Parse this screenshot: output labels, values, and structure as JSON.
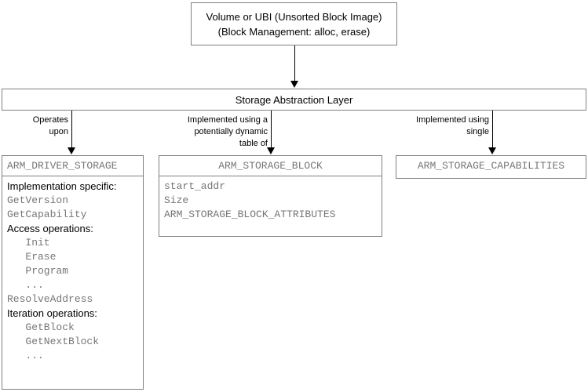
{
  "diagram": {
    "title_box": {
      "lines": [
        "Volume or UBI (Unsorted Block Image)",
        "(Block Management: alloc, erase)"
      ]
    },
    "abstraction_layer": {
      "label": "Storage Abstraction Layer"
    },
    "edges": [
      {
        "id": "edge-operates-upon",
        "label": "Operates\nupon"
      },
      {
        "id": "edge-implemented-table",
        "label": "Implemented using a\npotentially dynamic\ntable of"
      },
      {
        "id": "edge-implemented-single",
        "label": "Implemented using\nsingle"
      }
    ],
    "classes": [
      {
        "id": "arm-driver-storage",
        "header": "ARM_DRIVER_STORAGE",
        "rows": [
          {
            "text": "Implementation specific:",
            "style": "sans"
          },
          {
            "text": "GetVersion",
            "style": "mono"
          },
          {
            "text": "GetCapability",
            "style": "mono"
          },
          {
            "text": "Access operations:",
            "style": "sans"
          },
          {
            "text": "   Init",
            "style": "mono"
          },
          {
            "text": "   Erase",
            "style": "mono"
          },
          {
            "text": "   Program",
            "style": "mono"
          },
          {
            "text": "   ...",
            "style": "mono"
          },
          {
            "text": "ResolveAddress",
            "style": "mono"
          },
          {
            "text": "Iteration operations:",
            "style": "sans"
          },
          {
            "text": "   GetBlock",
            "style": "mono"
          },
          {
            "text": "   GetNextBlock",
            "style": "mono"
          },
          {
            "text": "   ...",
            "style": "mono"
          }
        ]
      },
      {
        "id": "arm-storage-block",
        "header": "ARM_STORAGE_BLOCK",
        "rows": [
          {
            "text": "start_addr",
            "style": "mono"
          },
          {
            "text": "Size",
            "style": "mono"
          },
          {
            "text": "ARM_STORAGE_BLOCK_ATTRIBUTES",
            "style": "mono"
          }
        ]
      },
      {
        "id": "arm-storage-capabilities",
        "header": "ARM_STORAGE_CAPABILITIES",
        "rows": []
      }
    ],
    "colors": {
      "box_border": "#808080",
      "connector": "#000000",
      "mono_text": "#767676",
      "label_text": "#000000",
      "background": "#ffffff"
    }
  }
}
